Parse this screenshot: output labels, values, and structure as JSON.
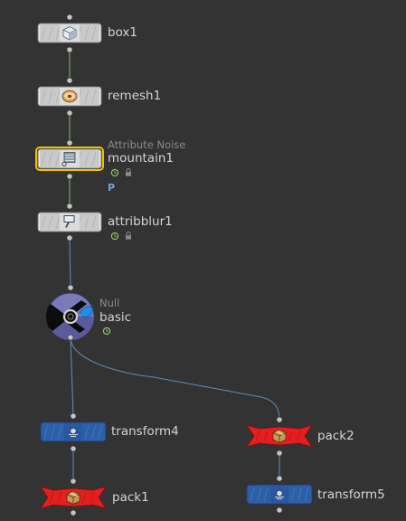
{
  "network": {
    "nodes": [
      {
        "id": "box1",
        "name": "box1",
        "type_label": "",
        "style": "gray",
        "icon": "cube-icon",
        "selected": false,
        "status_icons": [],
        "param_flag": ""
      },
      {
        "id": "remesh1",
        "name": "remesh1",
        "type_label": "",
        "style": "gray",
        "icon": "donut-icon",
        "selected": false,
        "status_icons": [],
        "param_flag": ""
      },
      {
        "id": "mountain1",
        "name": "mountain1",
        "type_label": "Attribute Noise",
        "style": "gray",
        "icon": "noise-icon",
        "selected": true,
        "status_icons": [
          "clock-icon",
          "lock-icon"
        ],
        "param_flag": "P"
      },
      {
        "id": "attribblur1",
        "name": "attribblur1",
        "type_label": "",
        "style": "gray",
        "icon": "brush-icon",
        "selected": false,
        "status_icons": [
          "clock-icon",
          "lock-icon"
        ],
        "param_flag": ""
      },
      {
        "id": "basic",
        "name": "basic",
        "type_label": "Null",
        "style": "null-circle",
        "icon": "null-icon",
        "selected": false,
        "status_icons": [
          "clock-icon"
        ],
        "param_flag": ""
      },
      {
        "id": "transform4",
        "name": "transform4",
        "type_label": "",
        "style": "blue",
        "icon": "transform-icon",
        "selected": false,
        "status_icons": [],
        "param_flag": ""
      },
      {
        "id": "pack2",
        "name": "pack2",
        "type_label": "",
        "style": "red",
        "icon": "pack-icon",
        "selected": false,
        "status_icons": [],
        "param_flag": ""
      },
      {
        "id": "pack1",
        "name": "pack1",
        "type_label": "",
        "style": "red",
        "icon": "pack-icon",
        "selected": false,
        "status_icons": [],
        "param_flag": ""
      },
      {
        "id": "transform5",
        "name": "transform5",
        "type_label": "",
        "style": "blue",
        "icon": "transform-icon",
        "selected": false,
        "status_icons": [],
        "param_flag": ""
      }
    ],
    "connections": [
      {
        "from": "box1",
        "to": "remesh1"
      },
      {
        "from": "remesh1",
        "to": "mountain1"
      },
      {
        "from": "mountain1",
        "to": "attribblur1"
      },
      {
        "from": "attribblur1",
        "to": "basic"
      },
      {
        "from": "basic",
        "to": "transform4"
      },
      {
        "from": "basic",
        "to": "pack2"
      },
      {
        "from": "transform4",
        "to": "pack1"
      },
      {
        "from": "pack2",
        "to": "transform5"
      }
    ]
  },
  "colors": {
    "background": "#333333",
    "wire_gray": "#7fb06a",
    "wire_blue": "#5f86b8",
    "node_gray": "#c9c9c9",
    "node_blue": "#2d5fa8",
    "node_red": "#e41f1f",
    "selection": "#f2c200"
  }
}
